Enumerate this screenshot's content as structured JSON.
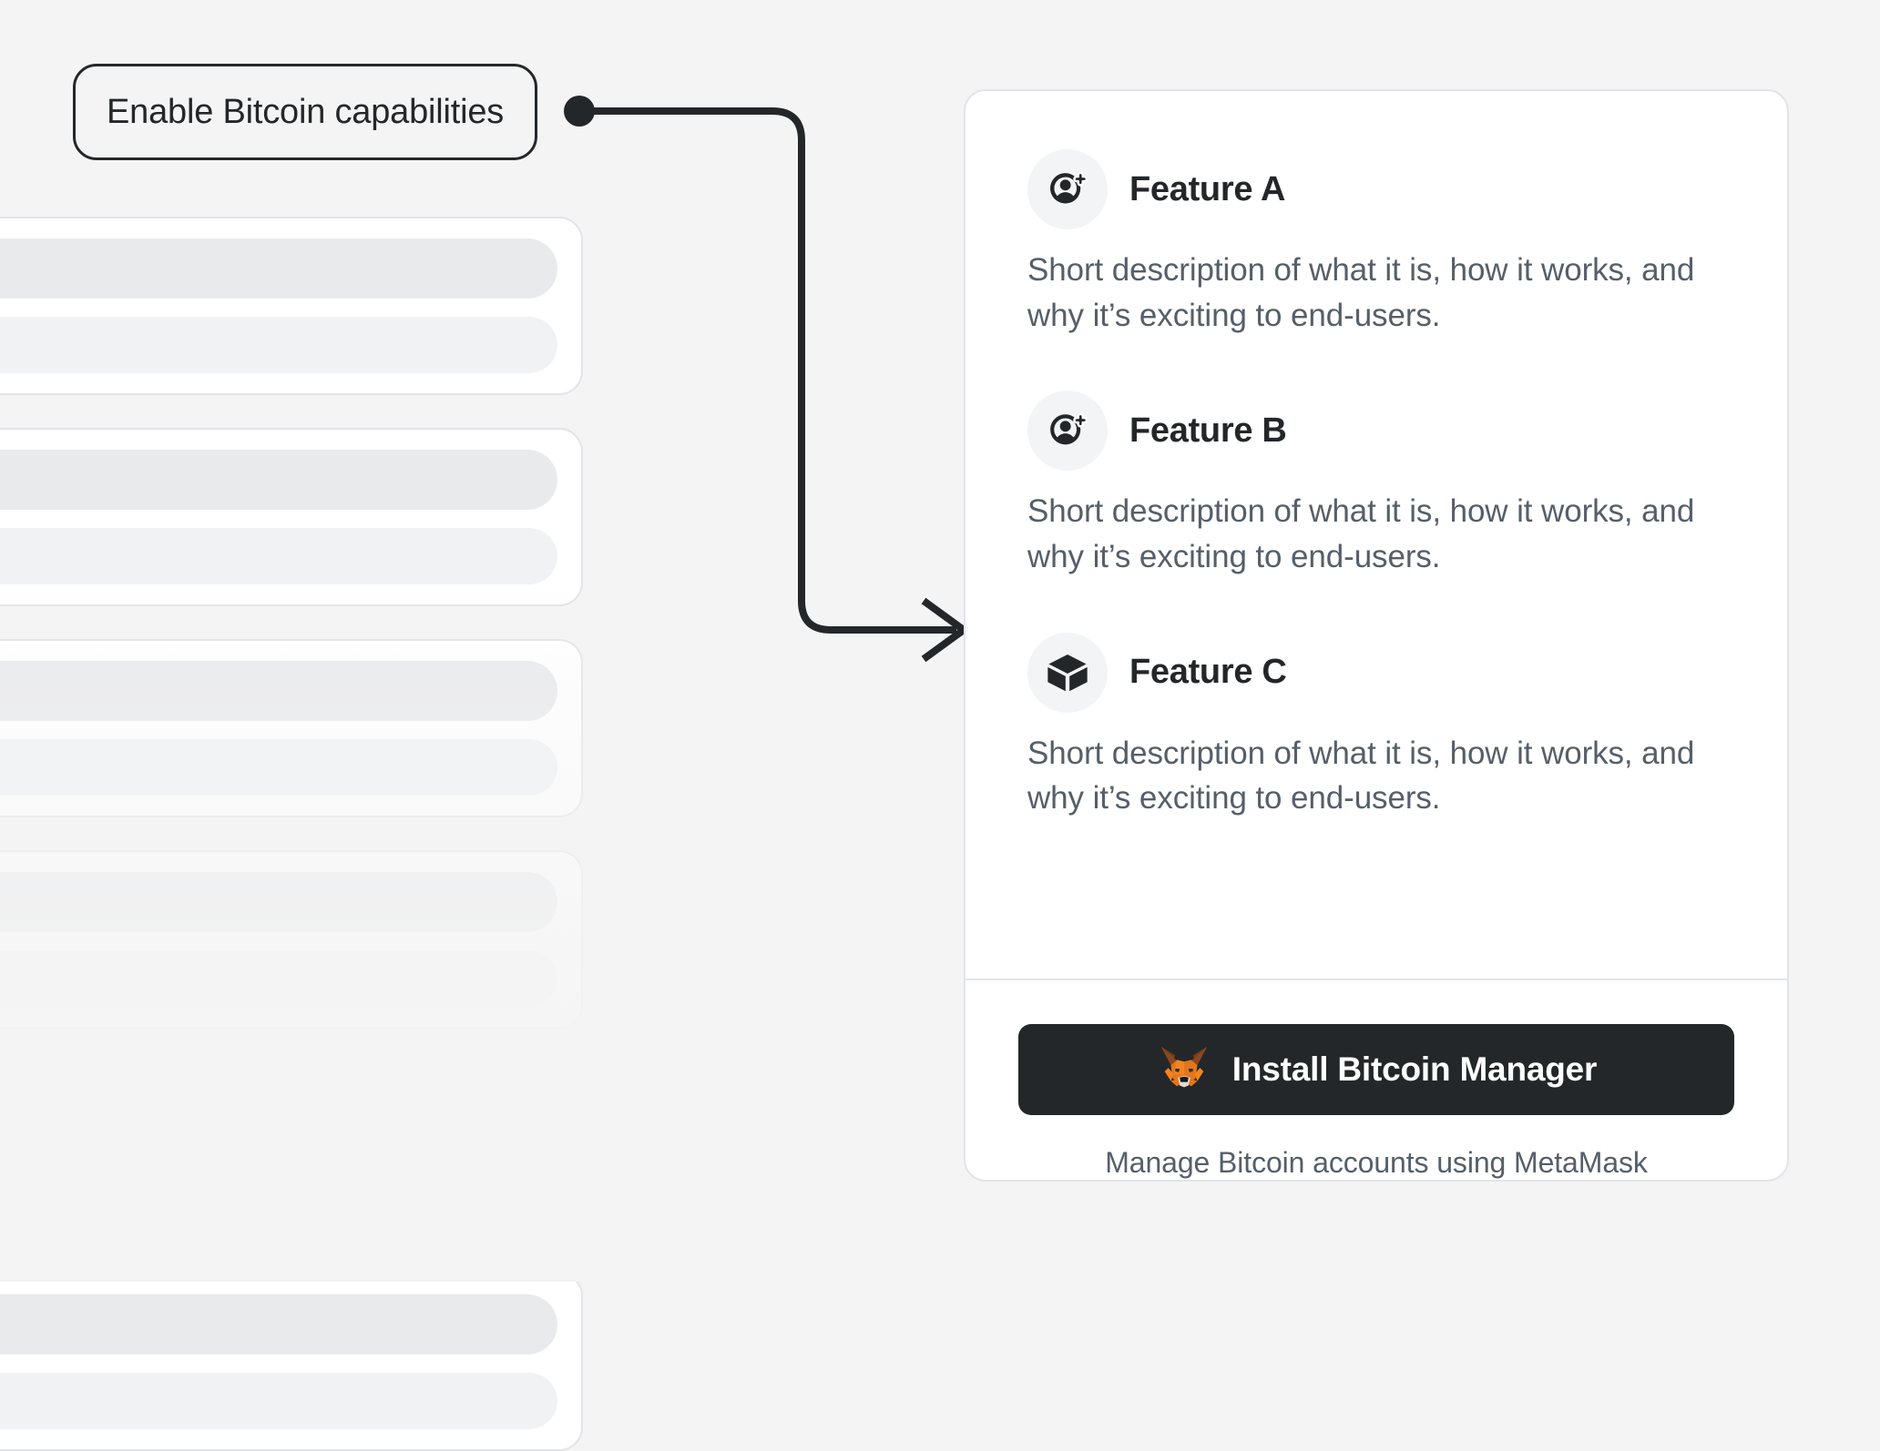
{
  "canvas": {
    "background_color": "#f4f4f4"
  },
  "callout": {
    "label": "Enable Bitcoin capabilities",
    "border_color": "#24272a",
    "connector": {
      "dot_color": "#24272a",
      "line_color": "#24272a",
      "arrow_name": "arrow-head"
    }
  },
  "skeleton": {
    "card_count": 6,
    "bar_color_primary": "#e9eaec",
    "bar_color_secondary": "#f1f2f4",
    "card_border_color": "#e2e4e9"
  },
  "card": {
    "background_color": "#ffffff",
    "border_color": "#e2e4e9",
    "features": [
      {
        "icon": "add-user-icon",
        "title": "Feature A",
        "description": "Short description of what it is, how it works, and why it’s exciting to end-users."
      },
      {
        "icon": "add-user-icon",
        "title": "Feature B",
        "description": "Short description of what it is, how it works, and why it’s exciting to end-users."
      },
      {
        "icon": "cube-icon",
        "title": "Feature C",
        "description": "Short description of what it is, how it works, and why it’s exciting to end-users."
      }
    ],
    "footer": {
      "install_button": {
        "icon": "metamask-fox-icon",
        "label": "Install Bitcoin Manager",
        "background_color": "#24272a",
        "text_color": "#ffffff"
      },
      "caption": "Manage Bitcoin accounts using MetaMask"
    }
  },
  "colors": {
    "accent_dark": "#24272a",
    "text_muted": "#565f69",
    "metamask_orange": "#f5841f",
    "metamask_orange_dark": "#e4761b",
    "metamask_brown": "#763d16",
    "metamask_cream": "#e4dad0"
  }
}
